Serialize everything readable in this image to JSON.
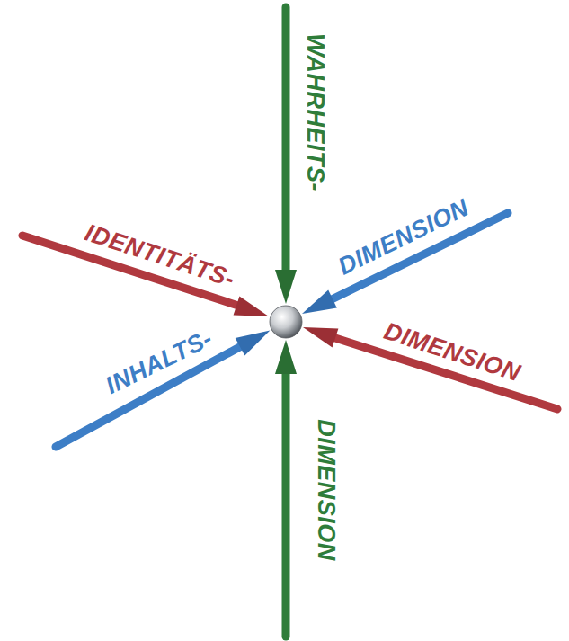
{
  "diagram": {
    "labels": [
      "WAHRHEITS-",
      "IDENTITÄTS-",
      "DIMENSION",
      "DIMENSION",
      "INHALTS-",
      "DIMENSION"
    ]
  }
}
